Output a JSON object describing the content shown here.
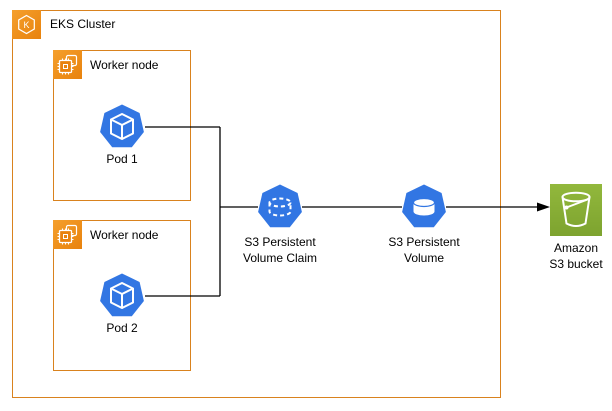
{
  "cluster": {
    "label": "EKS Cluster",
    "icon": "eks-kubernetes-icon"
  },
  "worker_nodes": [
    {
      "label": "Worker node",
      "icon": "ec2-instance-chip-icon",
      "pod": {
        "label": "Pod 1",
        "icon": "k8s-pod-icon"
      }
    },
    {
      "label": "Worker node",
      "icon": "ec2-instance-chip-icon",
      "pod": {
        "label": "Pod 2",
        "icon": "k8s-pod-icon"
      }
    }
  ],
  "pvc": {
    "label_line1": "S3 Persistent",
    "label_line2": "Volume Claim",
    "icon": "k8s-persistent-volume-claim-icon"
  },
  "pv": {
    "label_line1": "S3 Persistent",
    "label_line2": "Volume",
    "icon": "k8s-persistent-volume-icon"
  },
  "bucket": {
    "label_line1": "Amazon",
    "label_line2": "S3 bucket",
    "icon": "s3-bucket-icon"
  },
  "colors": {
    "cluster_border": "#D9821E",
    "aws_orange": "#E8820D",
    "aws_orange_light": "#F5A02D",
    "k8s_blue": "#3276E3",
    "s3_green": "#7DA32F",
    "s3_green_light": "#92B83C",
    "connector": "#000000",
    "label_text": "#000000"
  }
}
